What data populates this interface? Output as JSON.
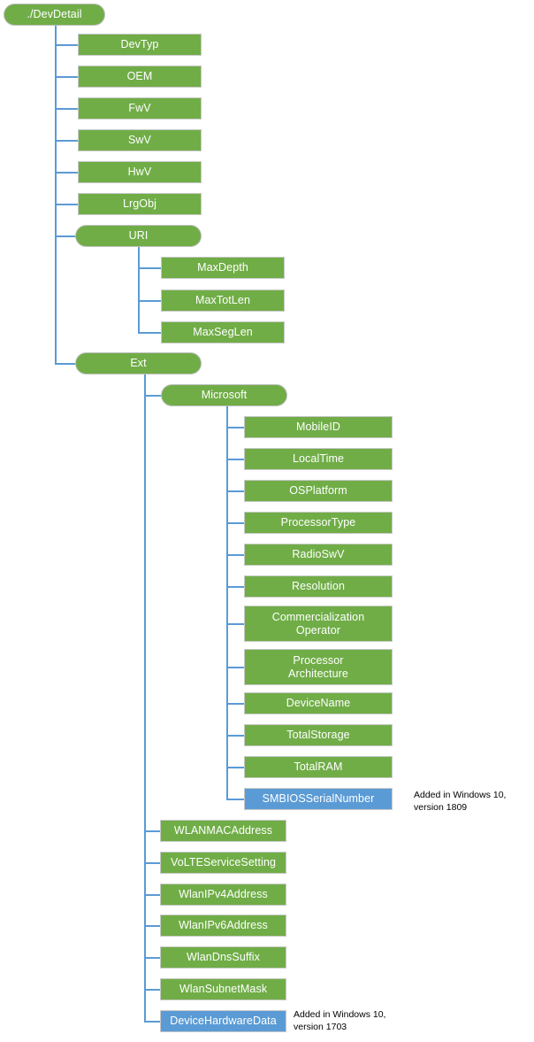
{
  "diagram": {
    "title": "./DevDetail CSP node tree",
    "colors": {
      "node_green": "#70AD47",
      "node_blue": "#5B9BD5",
      "connector": "#5B9BD5",
      "node_border": "#c9c9c9",
      "node_text": "#ffffff",
      "note_text": "#000000",
      "background": "#ffffff"
    },
    "root": {
      "label": "./DevDetail"
    },
    "level1": [
      {
        "label": "DevTyp"
      },
      {
        "label": "OEM"
      },
      {
        "label": "FwV"
      },
      {
        "label": "SwV"
      },
      {
        "label": "HwV"
      },
      {
        "label": "LrgObj"
      },
      {
        "label": "URI"
      },
      {
        "label": "Ext"
      }
    ],
    "uri_children": [
      {
        "label": "MaxDepth"
      },
      {
        "label": "MaxTotLen"
      },
      {
        "label": "MaxSegLen"
      }
    ],
    "ext_children": [
      {
        "label": "Microsoft"
      },
      {
        "label": "WLANMACAddress"
      },
      {
        "label": "VoLTEServiceSetting"
      },
      {
        "label": "WlanIPv4Address"
      },
      {
        "label": "WlanIPv6Address"
      },
      {
        "label": "WlanDnsSuffix"
      },
      {
        "label": "WlanSubnetMask"
      },
      {
        "label": "DeviceHardwareData"
      }
    ],
    "microsoft_children": [
      {
        "label": "MobileID"
      },
      {
        "label": "LocalTime"
      },
      {
        "label": "OSPlatform"
      },
      {
        "label": "ProcessorType"
      },
      {
        "label": "RadioSwV"
      },
      {
        "label": "Resolution"
      },
      {
        "label": "Commercialization\nOperator"
      },
      {
        "label": "Processor\nArchitecture"
      },
      {
        "label": "DeviceName"
      },
      {
        "label": "TotalStorage"
      },
      {
        "label": "TotalRAM"
      },
      {
        "label": "SMBIOSSerialNumber"
      }
    ],
    "notes": {
      "smbios": "Added in Windows 10,\nversion 1809",
      "device_hardware_data": "Added in Windows 10,\nversion 1703"
    }
  }
}
